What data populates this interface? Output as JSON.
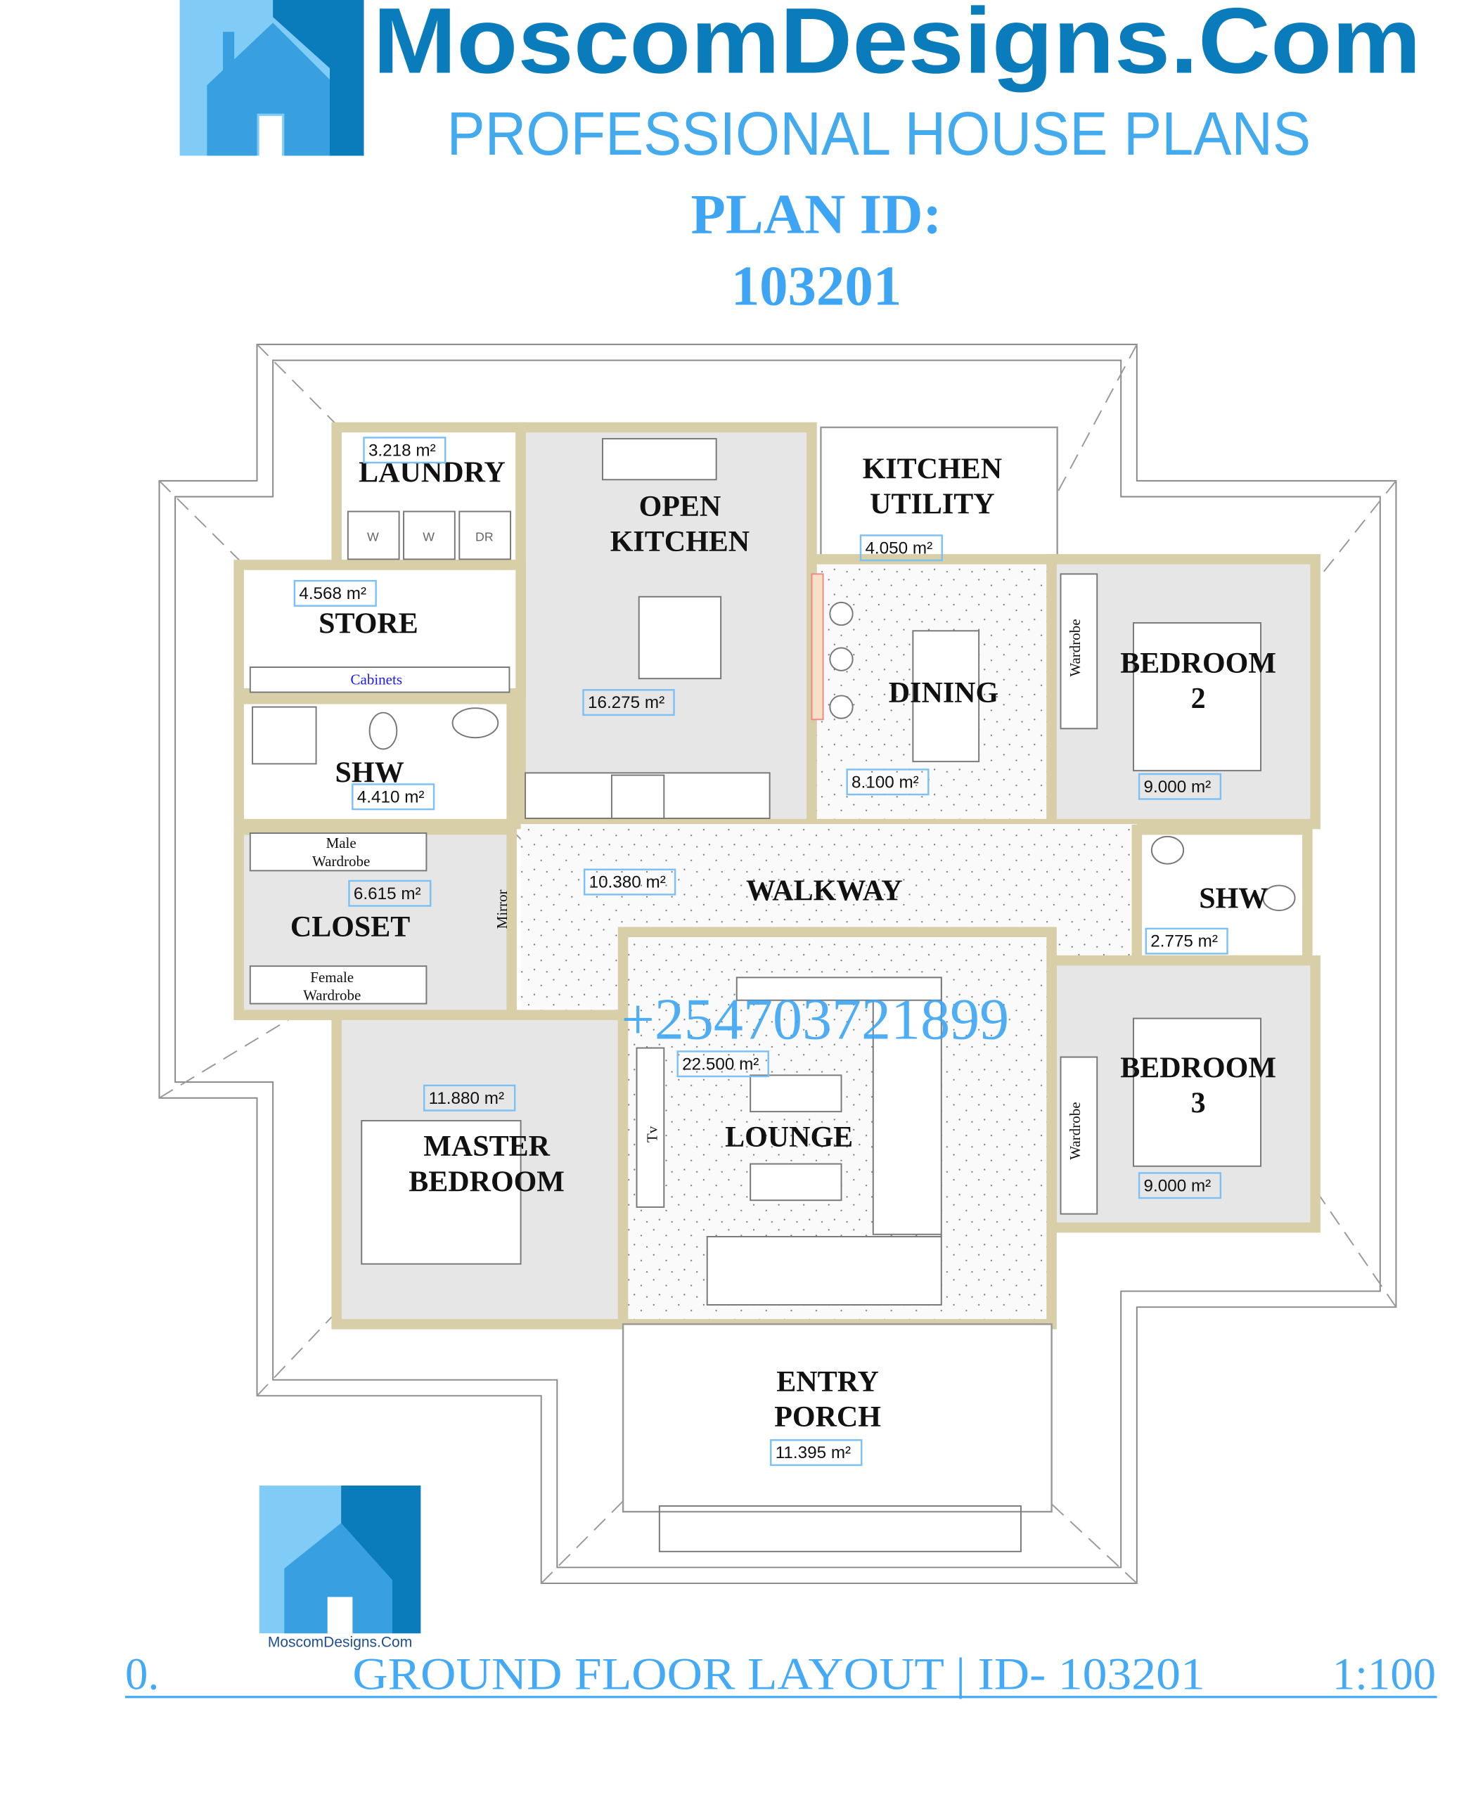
{
  "header": {
    "brand": "MoscomDesigns.Com",
    "tagline": "PROFESSIONAL HOUSE PLANS",
    "plan_id_label": "PLAN ID:",
    "plan_id": "103201"
  },
  "colors": {
    "brand_dark": "#0a7cbc",
    "brand_mid": "#38a0e0",
    "brand_light": "#80ccf6",
    "accent_text": "#3da5f4",
    "wall": "#d8cfa8",
    "room_fill": "#e6e6e6",
    "area_box": "#7cc0f5"
  },
  "rooms": [
    {
      "lines": [
        "LAUNDRY"
      ],
      "area": "3.218 m²"
    },
    {
      "lines": [
        "OPEN",
        "KITCHEN"
      ],
      "area": "16.275 m²"
    },
    {
      "lines": [
        "KITCHEN",
        "UTILITY"
      ],
      "area": "4.050 m²"
    },
    {
      "lines": [
        "STORE"
      ],
      "area": "4.568 m²"
    },
    {
      "lines": [
        "SHW"
      ],
      "area": "4.410 m²"
    },
    {
      "lines": [
        "CLOSET"
      ],
      "area": "6.615 m²"
    },
    {
      "lines": [
        "DINING"
      ],
      "area": "8.100 m²"
    },
    {
      "lines": [
        "BEDROOM",
        "2"
      ],
      "area": "9.000 m²"
    },
    {
      "lines": [
        "WALKWAY"
      ],
      "area": "10.380 m²"
    },
    {
      "lines": [
        "SHW"
      ],
      "area": "2.775 m²"
    },
    {
      "lines": [
        "BEDROOM",
        "3"
      ],
      "area": "9.000 m²"
    },
    {
      "lines": [
        "MASTER",
        "BEDROOM"
      ],
      "area": "11.880 m²"
    },
    {
      "lines": [
        "LOUNGE"
      ],
      "area": "22.500 m²"
    },
    {
      "lines": [
        "ENTRY",
        "PORCH"
      ],
      "area": "11.395 m²"
    }
  ],
  "fixtures": {
    "washer_1": "W",
    "washer_2": "W",
    "dryer": "DR",
    "cabinets": "Cabinets",
    "male_wardrobe_1": "Male",
    "male_wardrobe_2": "Wardrobe",
    "female_wardrobe_1": "Female",
    "female_wardrobe_2": "Wardrobe",
    "mirror": "Mirror",
    "wardrobe_bed2": "Wardrobe",
    "wardrobe_bed3": "Wardrobe",
    "tv": "Tv"
  },
  "phone": "+254703721899",
  "bottom_logo_text": "MoscomDesigns.Com",
  "footer": {
    "number": "0.",
    "title": "GROUND FLOOR LAYOUT | ID- 103201",
    "scale": "1:100"
  }
}
